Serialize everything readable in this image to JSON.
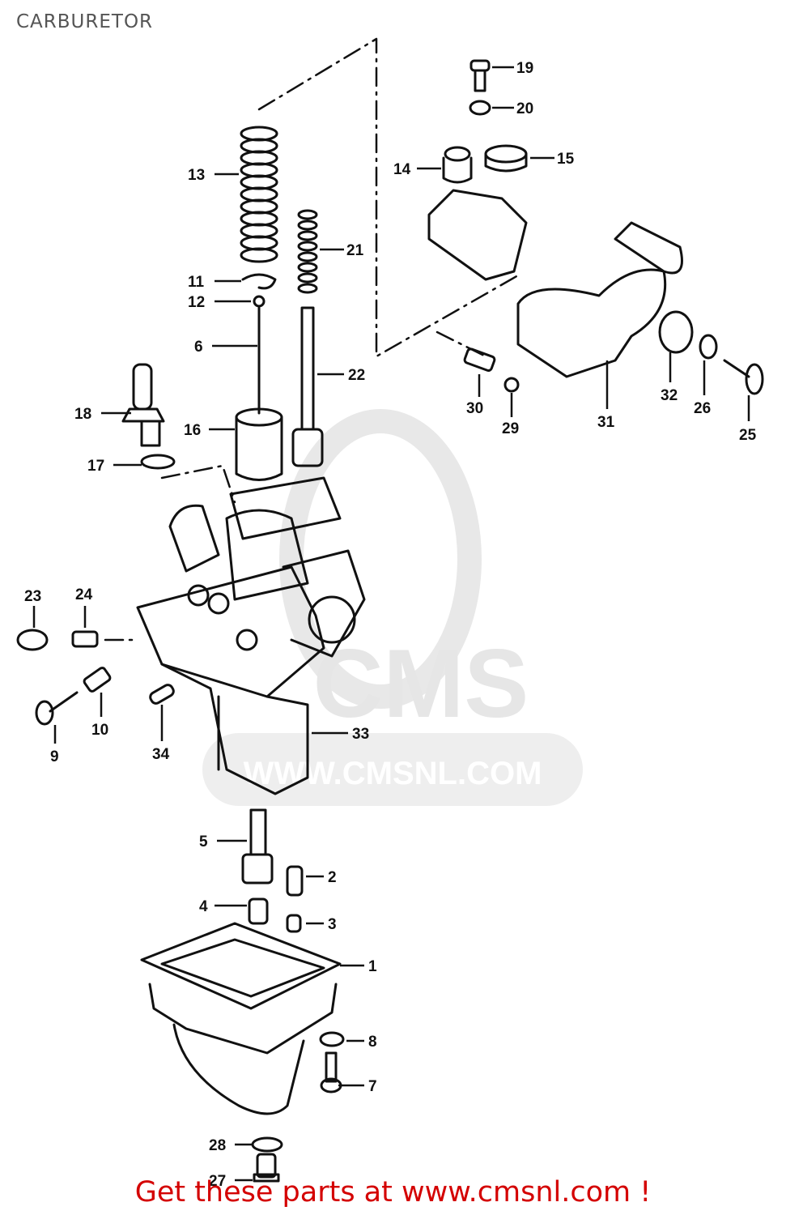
{
  "page": {
    "title": "CARBURETOR"
  },
  "watermark": {
    "brand": "CMS",
    "url": "WWW.CMSNL.COM",
    "color": "#e6e6e6"
  },
  "footer": {
    "text": "Get these parts at www.cmsnl.com !",
    "color": "#d40000"
  },
  "parts": {
    "p1": "1",
    "p2": "2",
    "p3": "3",
    "p4": "4",
    "p5": "5",
    "p6": "6",
    "p7": "7",
    "p8": "8",
    "p9": "9",
    "p10": "10",
    "p11": "11",
    "p12": "12",
    "p13": "13",
    "p14": "14",
    "p15": "15",
    "p16": "16",
    "p17": "17",
    "p18": "18",
    "p19": "19",
    "p20": "20",
    "p21": "21",
    "p22": "22",
    "p23": "23",
    "p24": "24",
    "p25": "25",
    "p26": "26",
    "p27": "27",
    "p28": "28",
    "p29": "29",
    "p30": "30",
    "p31": "31",
    "p32": "32",
    "p33": "33",
    "p34": "34"
  }
}
